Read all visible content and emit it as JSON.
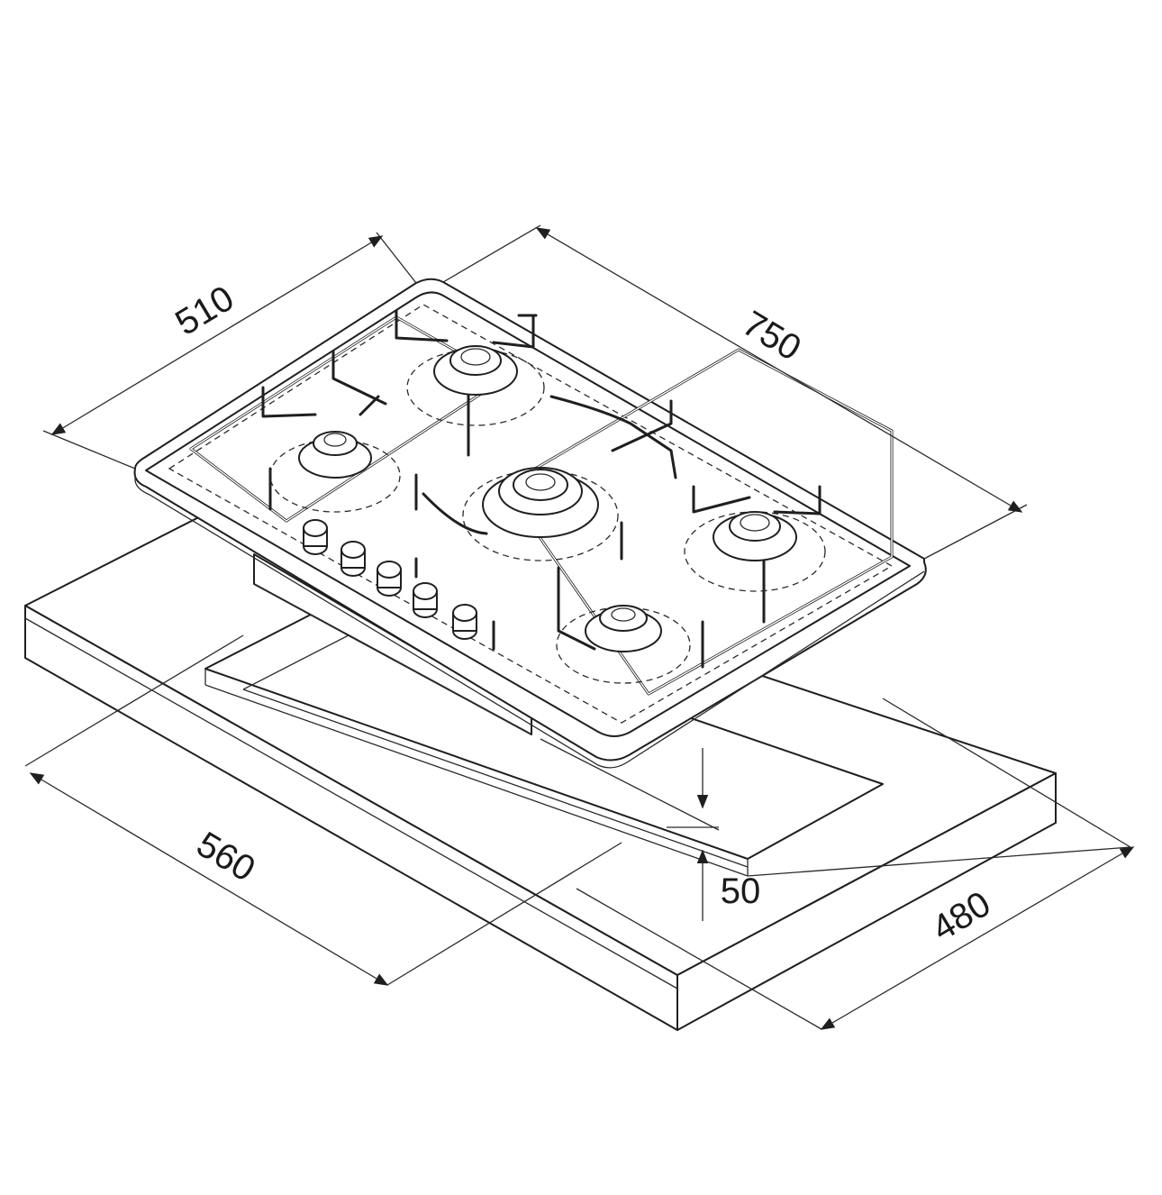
{
  "dimensions": {
    "hob_depth": "510",
    "hob_width": "750",
    "cutout_width": "560",
    "cutout_depth": "480",
    "cutout_height": "50"
  },
  "components": {
    "burners": 5,
    "control_knobs": 5
  }
}
